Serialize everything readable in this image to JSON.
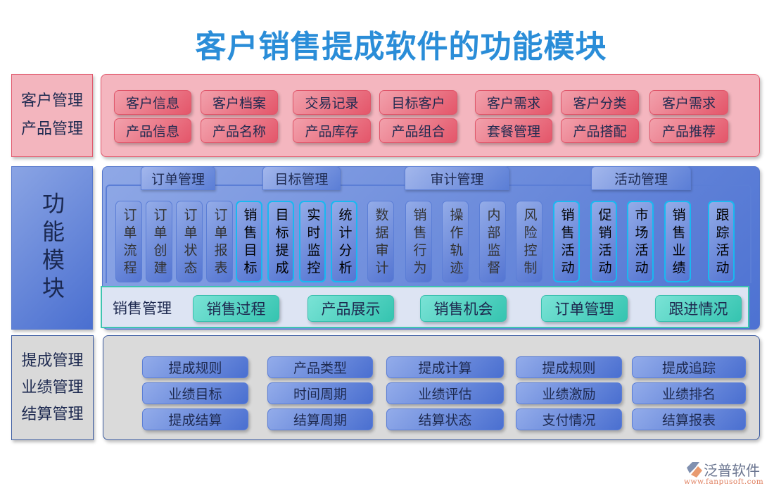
{
  "title": "客户销售提成软件的功能模块",
  "section1": {
    "labels": [
      "客户管理",
      "产品管理"
    ],
    "row1": [
      "客户信息",
      "客户档案",
      "交易记录",
      "目标客户",
      "客户需求",
      "客户分类",
      "客户需求"
    ],
    "row2": [
      "产品信息",
      "产品名称",
      "产品库存",
      "产品组合",
      "套餐管理",
      "产品搭配",
      "产品推荐"
    ]
  },
  "section2": {
    "label": "功能模块",
    "tabs": [
      "订单管理",
      "目标管理",
      "审计管理",
      "活动管理"
    ],
    "items": [
      "订单流程",
      "订单创建",
      "订单状态",
      "订单报表",
      "销售目标",
      "目标提成",
      "实时监控",
      "统计分析",
      "数据审计",
      "销售行为",
      "操作轨迹",
      "内部监督",
      "风险控制",
      "销售活动",
      "促销活动",
      "市场活动",
      "销售业绩",
      "跟踪活动"
    ],
    "sales_label": "销售管理",
    "sales_items": [
      "销售过程",
      "产品展示",
      "销售机会",
      "订单管理",
      "跟进情况"
    ]
  },
  "section3": {
    "labels": [
      "提成管理",
      "业绩管理",
      "结算管理"
    ],
    "rows": [
      [
        "提成规则",
        "产品类型",
        "提成计算",
        "提成规则",
        "提成追踪"
      ],
      [
        "业绩目标",
        "时间周期",
        "业绩评估",
        "业绩激励",
        "业绩排名"
      ],
      [
        "提成结算",
        "结算周期",
        "结算状态",
        "支付情况",
        "结算报表"
      ]
    ]
  },
  "logo": {
    "name": "泛普软件",
    "url": "www.fanpusoft.com"
  },
  "colors": {
    "title": "#2a8dd8",
    "pink": "#e4566a",
    "blue": "#4d72d2",
    "teal": "#35c4b0",
    "highlight": "#19b8f0"
  }
}
